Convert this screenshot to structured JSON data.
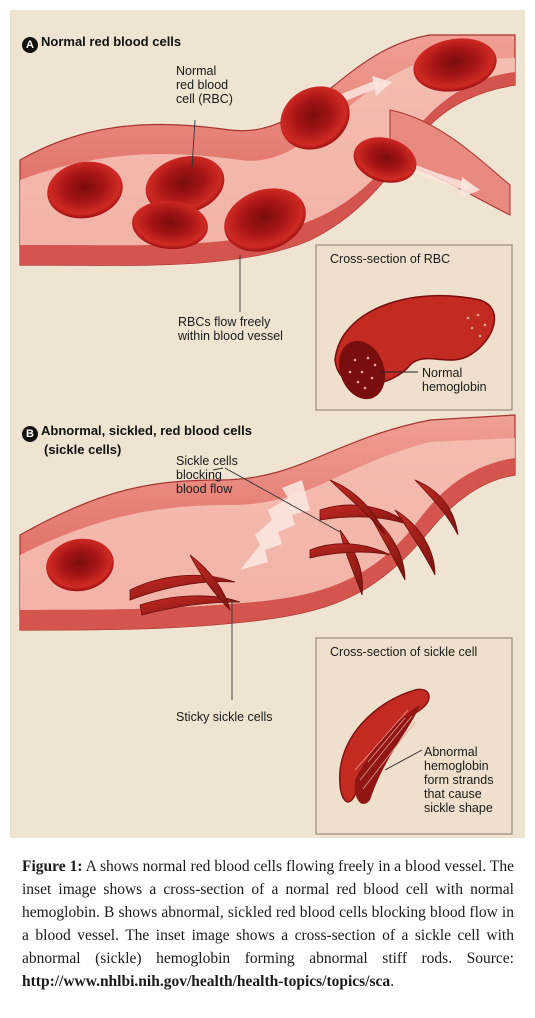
{
  "panel_a": {
    "badge": "A",
    "title": "Normal red blood cells",
    "label_rbc": [
      "Normal",
      "red blood",
      "cell (RBC)"
    ],
    "label_flow": [
      "RBCs flow freely",
      "within blood vessel"
    ],
    "inset_title": "Cross-section of RBC",
    "inset_label": [
      "Normal",
      "hemoglobin"
    ]
  },
  "panel_b": {
    "badge": "B",
    "title_lines": [
      "Abnormal, sickled, red blood cells",
      "(sickle cells)"
    ],
    "label_blocking": [
      "Sickle cells",
      "blocking",
      "blood flow"
    ],
    "label_sticky": "Sticky sickle cells",
    "inset_title": "Cross-section of sickle cell",
    "inset_label": [
      "Abnormal",
      "hemoglobin",
      "form strands",
      "that cause",
      "sickle shape"
    ]
  },
  "caption": {
    "prefix": "Figure 1:",
    "text": "A shows normal red blood cells flowing freely in a blood vessel. The inset image shows a cross-section of a normal red blood cell with normal hemoglobin. B shows abnormal, sickled red blood cells blocking blood flow in a blood vessel. The inset image shows a cross-section of a sickle cell with abnormal (sickle) hemoglobin forming abnormal stiff rods. Source:",
    "source": "http://www.nhlbi.nih.gov/health/health-topics/topics/sca",
    "end": "."
  },
  "colors": {
    "background": "#efe3d2",
    "vessel_outer": "#e0706a",
    "vessel_inner": "#f3b0a4",
    "rbc": "#b31818",
    "rbc_dark": "#7a0d0d",
    "inset_bg": "#eee0cc"
  }
}
